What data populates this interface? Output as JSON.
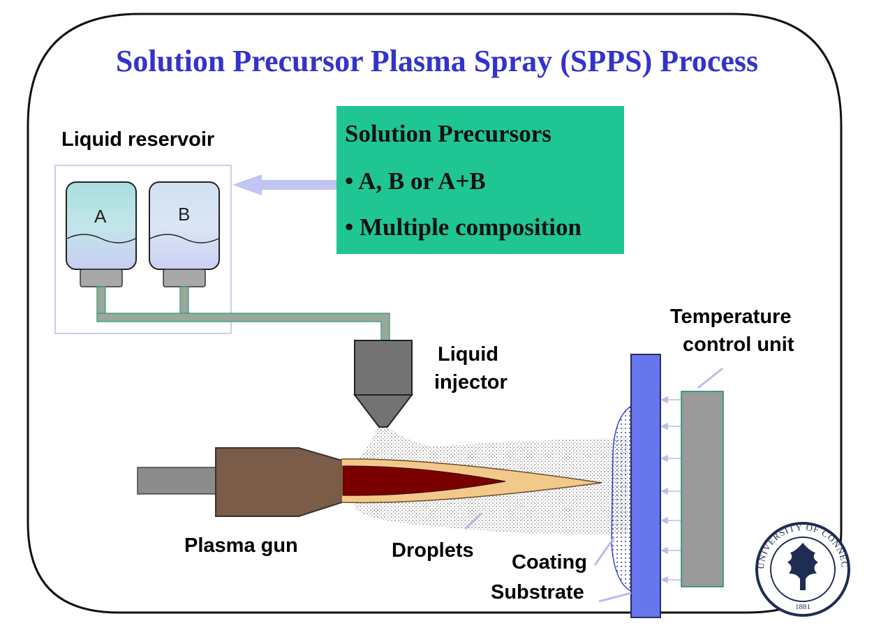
{
  "title": "Solution Precursor Plasma Spray (SPPS) Process",
  "precursors": {
    "heading": "Solution Precursors",
    "items": [
      "• A, B or A+B",
      "• Multiple composition"
    ]
  },
  "labels": {
    "reservoir": "Liquid reservoir",
    "injector_line1": "Liquid",
    "injector_line2": "injector",
    "temperature_line1": "Temperature",
    "temperature_line2": "control unit",
    "plasma_gun": "Plasma gun",
    "droplets": "Droplets",
    "coating": "Coating",
    "substrate": "Substrate"
  },
  "bottles": {
    "a": "A",
    "b": "B"
  },
  "logo": {
    "text": "UNIVERSITY OF CONNECTICUT",
    "year": "1881"
  },
  "colors": {
    "title": "#3333cc",
    "precursor_box": "#1fc694",
    "substrate": "#6677ee",
    "gun_body": "#7a5c48",
    "flame_core": "#7a0000",
    "flame_outer": "#f2c98a",
    "pipe": "#9aa89a"
  }
}
